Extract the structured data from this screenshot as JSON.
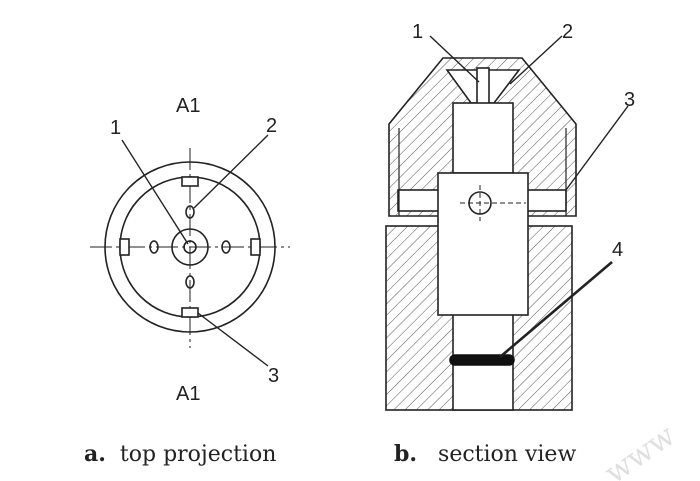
{
  "top_view": {
    "section_mark_top": "A1",
    "section_mark_bottom": "A1",
    "callouts": [
      "1",
      "2",
      "3"
    ]
  },
  "section_view": {
    "callouts": [
      "1",
      "2",
      "3",
      "4"
    ]
  },
  "captions": {
    "a_letter": "a.",
    "a_text": "top projection",
    "b_letter": "b.",
    "b_text": "section view"
  },
  "watermark": "www"
}
